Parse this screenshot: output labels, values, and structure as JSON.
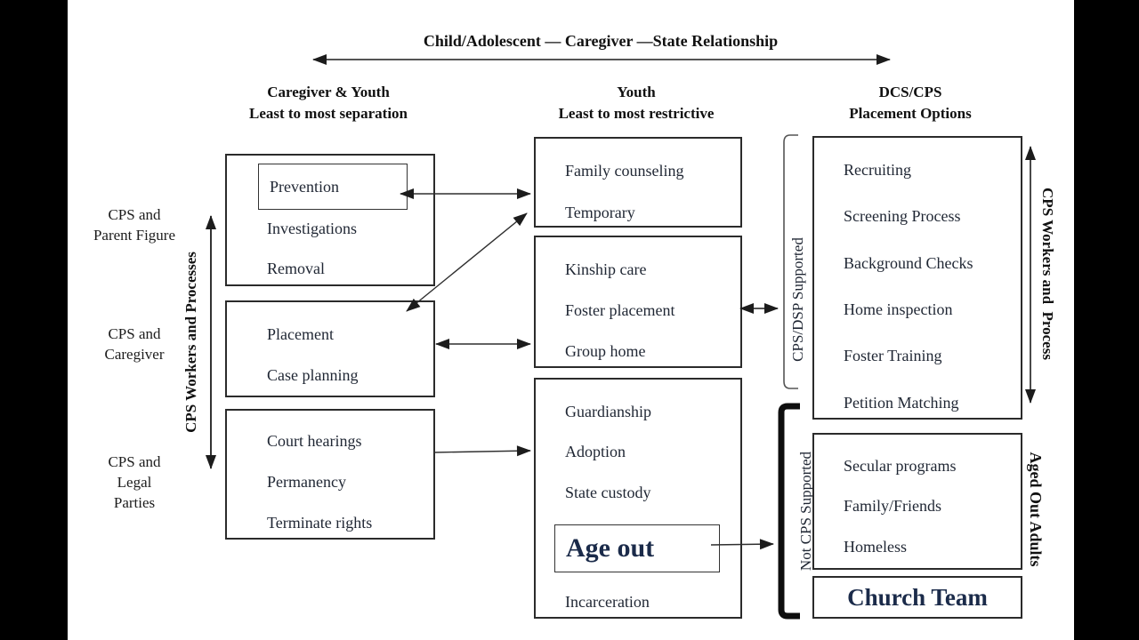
{
  "title": "Child/Adolescent — Caregiver —State Relationship",
  "column_headers": [
    {
      "line1": "Caregiver & Youth",
      "line2": "Least to most separation"
    },
    {
      "line1": "Youth",
      "line2": "Least to most restrictive"
    },
    {
      "line1": "DCS/CPS",
      "line2": "Placement Options"
    }
  ],
  "row_labels": [
    "CPS and\nParent Figure",
    "CPS and\nCaregiver",
    "CPS and\nLegal\nParties"
  ],
  "axes": {
    "left_vertical": "CPS Workers and Processes",
    "right_vertical": "CPS Workers and  Process",
    "aged_out": "Aged Out Adults"
  },
  "brackets": {
    "cps_dsp_supported": "CPS/DSP Supported",
    "not_cps_supported": "Not CPS Supported"
  },
  "left_boxes": [
    {
      "items": [
        "Prevention",
        "Investigations",
        "Removal"
      ]
    },
    {
      "items": [
        "Placement",
        "Case planning"
      ]
    },
    {
      "items": [
        "Court hearings",
        "Permanency",
        "Terminate rights"
      ]
    }
  ],
  "middle_boxes": [
    {
      "items": [
        "Family counseling",
        "Temporary"
      ]
    },
    {
      "items": [
        "Kinship care",
        "Foster placement",
        "Group home"
      ]
    },
    {
      "items": [
        "Guardianship",
        "Adoption",
        "State custody",
        "Age out",
        "Incarceration"
      ]
    }
  ],
  "right_boxes": [
    {
      "items": [
        "Recruiting",
        "Screening Process",
        "Background Checks",
        "Home inspection",
        "Foster Training",
        "Petition Matching"
      ]
    },
    {
      "items": [
        "Secular programs",
        "Family/Friends",
        "Homeless"
      ]
    },
    {
      "items": [
        "Church Team"
      ]
    }
  ],
  "colors": {
    "accent_navy": "#1b2b4a",
    "text": "#1f2633",
    "line": "#2f2f2f"
  }
}
